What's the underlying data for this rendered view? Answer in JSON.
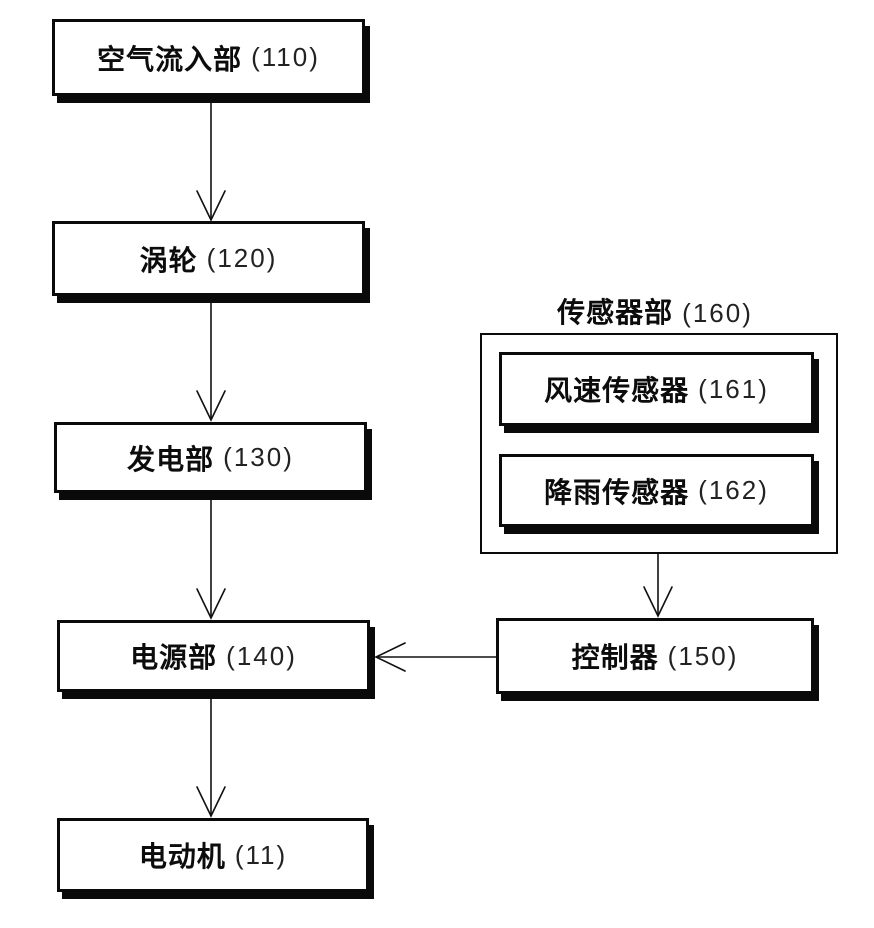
{
  "nodes": {
    "air_inlet": {
      "name": "空气流入部",
      "ref": "(110)"
    },
    "turbine": {
      "name": "涡轮",
      "ref": "(120)"
    },
    "generator": {
      "name": "发电部",
      "ref": "(130)"
    },
    "power": {
      "name": "电源部",
      "ref": "(140)"
    },
    "motor": {
      "name": "电动机",
      "ref": "(11)"
    },
    "sensor_group": {
      "name": "传感器部",
      "ref": "(160)"
    },
    "wind_sensor": {
      "name": "风速传感器",
      "ref": "(161)"
    },
    "rain_sensor": {
      "name": "降雨传感器",
      "ref": "(162)"
    },
    "controller": {
      "name": "控制器",
      "ref": "(150)"
    }
  },
  "colors": {
    "line": "#111111",
    "border": "#0a0a0a",
    "box_fill": "#ffffff",
    "background": "#ffffff"
  }
}
